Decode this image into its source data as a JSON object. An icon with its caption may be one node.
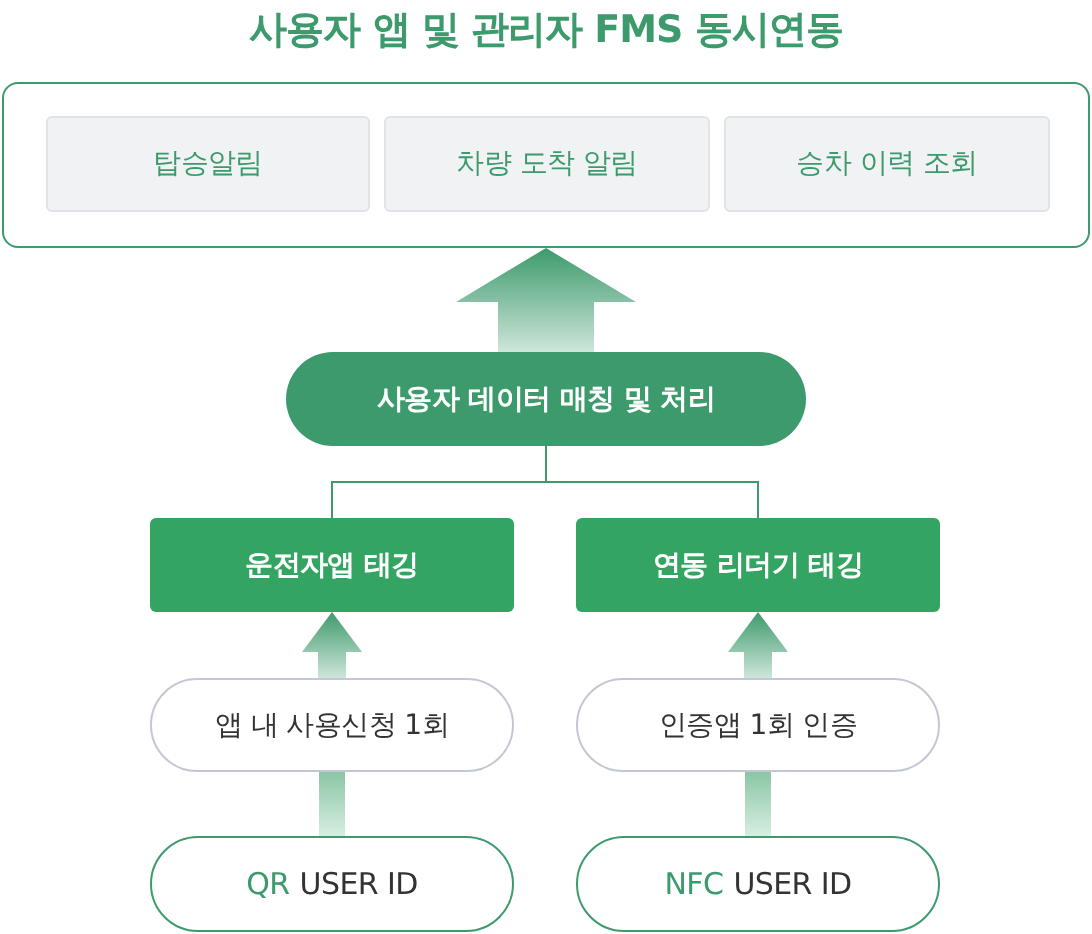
{
  "diagram": {
    "title": "사용자 앱 및 관리자 FMS 동시연동",
    "nodes": [
      {
        "text": [],
        "shape": "box"
      },
      {
        "text": [
          "탑승알림"
        ],
        "in": 0
      },
      {
        "text": [
          "차량 도착 알림"
        ],
        "in": 0
      },
      {
        "text": [
          "승차 이력 조회"
        ],
        "in": 0
      },
      {
        "text": [
          "사용자 데이터 매칭 및 처리"
        ]
      },
      {
        "text": [
          "운전자앱 태깅"
        ]
      },
      {
        "text": [
          "연동 리더기 태깅"
        ]
      },
      {
        "text": [
          "앱 내 사용신청 1회"
        ]
      },
      {
        "text": [
          "인증앱 1회 인증"
        ]
      },
      {
        "text": [
          "QR",
          "USER ID"
        ]
      },
      {
        "text": [
          "NFC",
          "USER ID"
        ]
      }
    ],
    "edges": [
      {
        "from": 4,
        "to": 0,
        "arrow": "to",
        "style": "thick"
      },
      {
        "from": 5,
        "to": 4,
        "arrow": "none"
      },
      {
        "from": 6,
        "to": 4,
        "arrow": "none"
      },
      {
        "from": 7,
        "to": 5,
        "arrow": "to",
        "style": "thick"
      },
      {
        "from": 9,
        "to": 7,
        "arrow": "none",
        "style": "thick"
      },
      {
        "from": 8,
        "to": 6,
        "arrow": "to",
        "style": "thick"
      },
      {
        "from": 10,
        "to": 8,
        "arrow": "none",
        "style": "thick"
      }
    ]
  }
}
